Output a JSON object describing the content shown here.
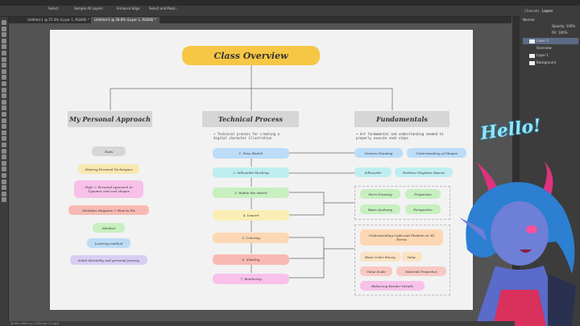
{
  "options_bar": {
    "items": [
      "Select",
      "Sample All Layers",
      "Enhance Edge",
      "Select and Mask..."
    ]
  },
  "tabs": [
    "Untitled-1 @ 57.4% (Layer 1, RGB/8) *",
    "Untitled-2 @ 28.8% (Layer 1, RGB/8) *"
  ],
  "panel": {
    "tabs": [
      "Channels",
      "Layers"
    ],
    "kind_label": "Normal",
    "opacity_label": "Opacity: 100%",
    "fill_label": "Fill: 100%",
    "layers": [
      {
        "name": "Layer 2",
        "selected": true
      },
      {
        "name": "Overview",
        "selected": false
      },
      {
        "name": "Layer 1",
        "selected": false
      },
      {
        "name": "Background",
        "selected": false
      }
    ]
  },
  "status_text": "28.8%   4000 px x 2250 px (72 ppi)",
  "diagram": {
    "title": "Class Overview",
    "columns": {
      "left": {
        "header": "My Personal Approach",
        "items": [
          "Tools",
          "Sharing Personal Techniques",
          "Style = Personal approach to Dynamic and cool shapes",
          "Mistakes Happens → How to Fix",
          "Mindset",
          "Learning method",
          "Artist Mentality and personal journey"
        ]
      },
      "center": {
        "header": "Technical Process",
        "note": "• Technical process for creating a digital character illustration",
        "steps": [
          "1. Pose Sketch",
          "2. Silhouette blocking",
          "3. Refine the sketch",
          "4. Lineart",
          "5. Coloring",
          "6. Shading",
          "7. Rendering"
        ]
      },
      "right": {
        "header": "Fundamentals",
        "note": "• Art fundamental and understanding needed to properly execute each steps",
        "row1": [
          "Gesture Drawing",
          "Understanding of Shapes"
        ],
        "row2": [
          "Silhouette",
          "Positive/ Negative Spaces"
        ],
        "group1": [
          "Form Drawing",
          "Proportion",
          "Basic Anatomy",
          "Perspective"
        ],
        "group2_title": "Understanding Light and Shadow on 3D Forms",
        "group2": [
          "Basic Color theory",
          "Value",
          "Value Scale",
          "Material Properties",
          "Balancing Render Details"
        ]
      }
    }
  },
  "hello_text": "Hello!",
  "colors": {
    "title": "#f6c744",
    "step1": "#bcdcf7",
    "step2": "#bfeef0",
    "step3": "#c7efbf",
    "step4": "#fbeeb4",
    "step5": "#fcd7b3",
    "step6": "#f8b9b3",
    "step7": "#f7c1ea"
  }
}
